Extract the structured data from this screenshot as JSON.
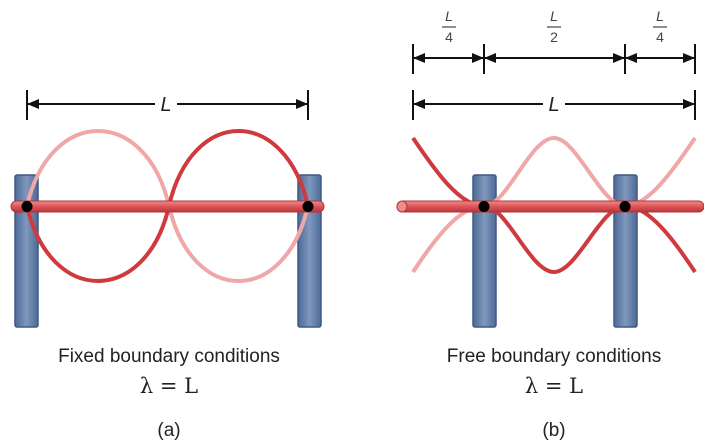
{
  "panel_a": {
    "dimension_label": "L",
    "condition": "Fixed boundary conditions",
    "wavelength_relation": "λ = L",
    "panel_label": "(a)"
  },
  "panel_b": {
    "dimension_label": "L",
    "segment_labels": [
      {
        "numerator": "L",
        "denominator": "4"
      },
      {
        "numerator": "L",
        "denominator": "2"
      },
      {
        "numerator": "L",
        "denominator": "4"
      }
    ],
    "condition": "Free boundary conditions",
    "wavelength_relation": "λ = L",
    "panel_label": "(b)"
  },
  "colors": {
    "wave_dark": "#cf3a3f",
    "wave_light": "#f0a7a8",
    "rod": "#e0595c",
    "support": "#5d7aa6",
    "support_edge": "#3f5a85",
    "node": "#000000",
    "arrow": "#111111"
  }
}
